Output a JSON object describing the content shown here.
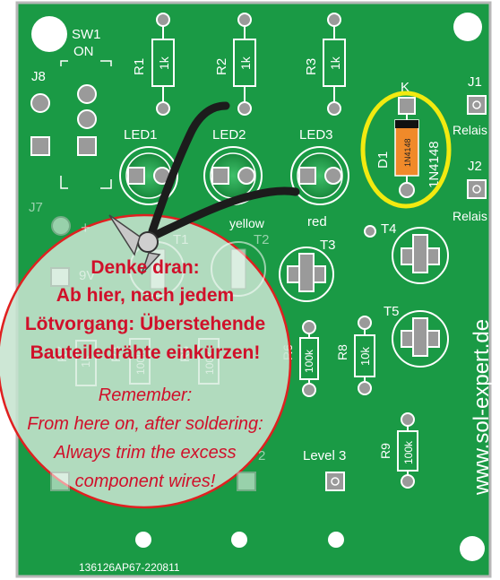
{
  "colors": {
    "pcb_green": "#1a9a45",
    "pcb_border": "#b7b7b7",
    "silkscreen": "#ffffff",
    "pad": "#9a9a9a",
    "callout_fill": "#b9dcc4",
    "callout_border": "#e02020",
    "callout_text": "#d0102a",
    "highlight_ring": "#f2ea10",
    "diode_body": "#f08a2a",
    "cutter_handle": "#1c1c1c"
  },
  "board": {
    "switch_label": "SW1",
    "switch_on": "ON",
    "j8": "J8",
    "j7": "J7",
    "plus": "+",
    "nine_v": "9V",
    "r1_ref": "R1",
    "r1_val": "1k",
    "r2_ref": "R2",
    "r2_val": "1k",
    "r3_ref": "R3",
    "r3_val": "1k",
    "led1": "LED1",
    "led2": "LED2",
    "led3": "LED3",
    "yellow": "yellow",
    "red": "red",
    "k_label": "K",
    "d1_ref": "D1",
    "d1_part": "1N4148",
    "d1_body": "1N4148",
    "j1": "J1",
    "j2": "J2",
    "relais1": "Relais",
    "relais2": "Relais",
    "t1": "T1",
    "t2": "T2",
    "t3": "T3",
    "t4": "T4",
    "t5": "T5",
    "r4_ref": "R4",
    "r4_val": "100k",
    "r5_ref": "R5",
    "r5_val": "100k",
    "r6_ref": "R6",
    "r6_val": "100k",
    "r7_ref": "R7",
    "r7_val": "1k",
    "r8_ref": "R8",
    "r8_val": "10k",
    "r9_ref": "R9",
    "r9_val": "100k",
    "level3": "Level 3",
    "level2_fragment": "2",
    "website": "www.sol-expert.de",
    "board_code": "136126AP67-220811"
  },
  "callout": {
    "de_line1": "Denke dran:",
    "de_line2": "Ab hier, nach jedem",
    "de_line3": "Lötvorgang: Überstehende",
    "de_line4": "Bauteiledrähte einkürzen!",
    "en_line1": "Remember:",
    "en_line2": "From here on, after soldering:",
    "en_line3": "Always trim the excess",
    "en_line4": "component wires!"
  }
}
